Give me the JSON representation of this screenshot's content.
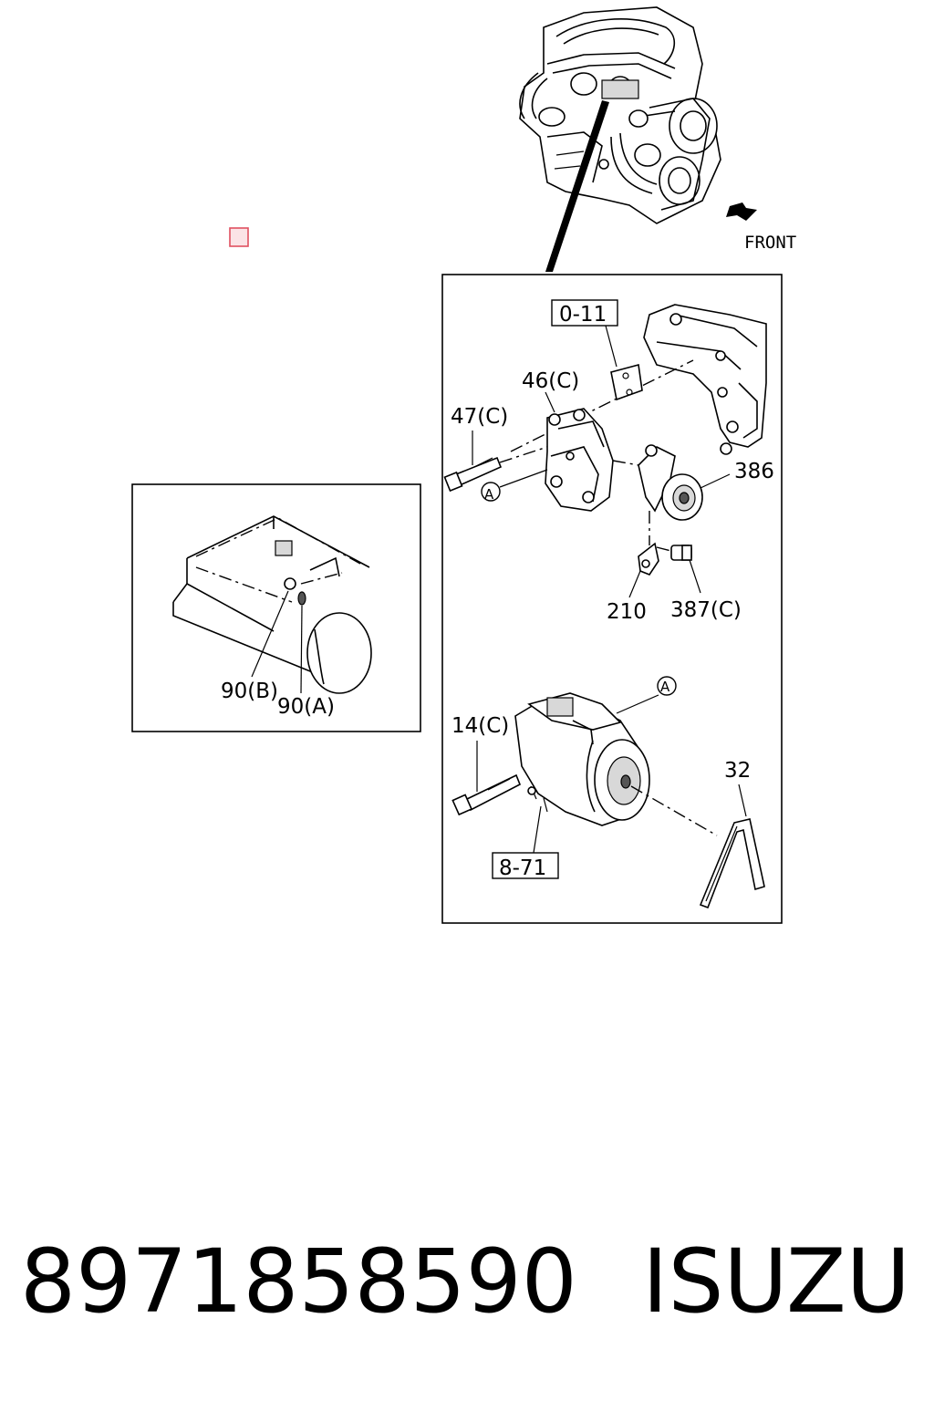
{
  "labels": {
    "front": "FRONT",
    "ref_0_11": "0-11",
    "ref_8_71": "8-71",
    "p46c": "46(C)",
    "p47c": "47(C)",
    "p386": "386",
    "p210": "210",
    "p387c": "387(C)",
    "p14c": "14(C)",
    "p32": "32",
    "p90b": "90(B)",
    "p90a": "90(A)",
    "circle_a": "A"
  },
  "footer": {
    "part_number": "8971858590",
    "brand": "ISUZU"
  },
  "colors": {
    "line": "#000000",
    "marker": "#e05060",
    "marker_fill": "#fbe3e6"
  }
}
